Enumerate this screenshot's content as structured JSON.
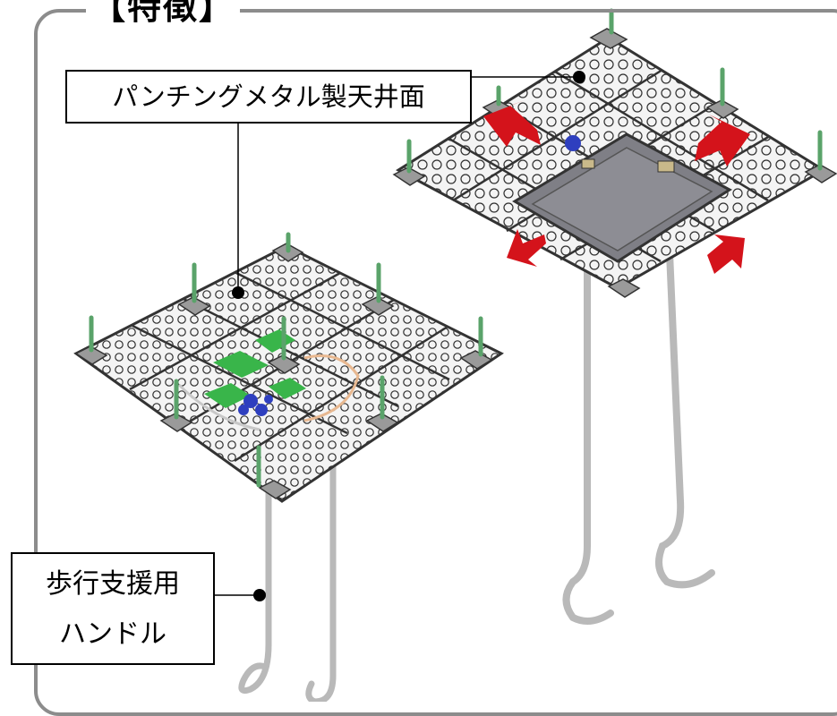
{
  "title": "【特徴】",
  "callouts": {
    "ceiling_label": "パンチングメタル製天井面",
    "handle_line1": "歩行支援用",
    "handle_line2": "ハンドル"
  },
  "colors": {
    "frame": "#8c8c8c",
    "panel_fill": "#f4f4f4",
    "panel_stroke": "#3a3a3a",
    "post_green": "#5aa36a",
    "bracket_gray": "#9a9a9a",
    "green_patch": "#39b54a",
    "blue_patch": "#2e3fbf",
    "arrow_red": "#d4131b",
    "center_plate": "#7f7f86",
    "handle_pipe": "#b9b9b9"
  },
  "icons": {
    "arrows": "red-expansion-arrow",
    "posts": "green-suspension-rod",
    "handles": "hook-handle"
  }
}
